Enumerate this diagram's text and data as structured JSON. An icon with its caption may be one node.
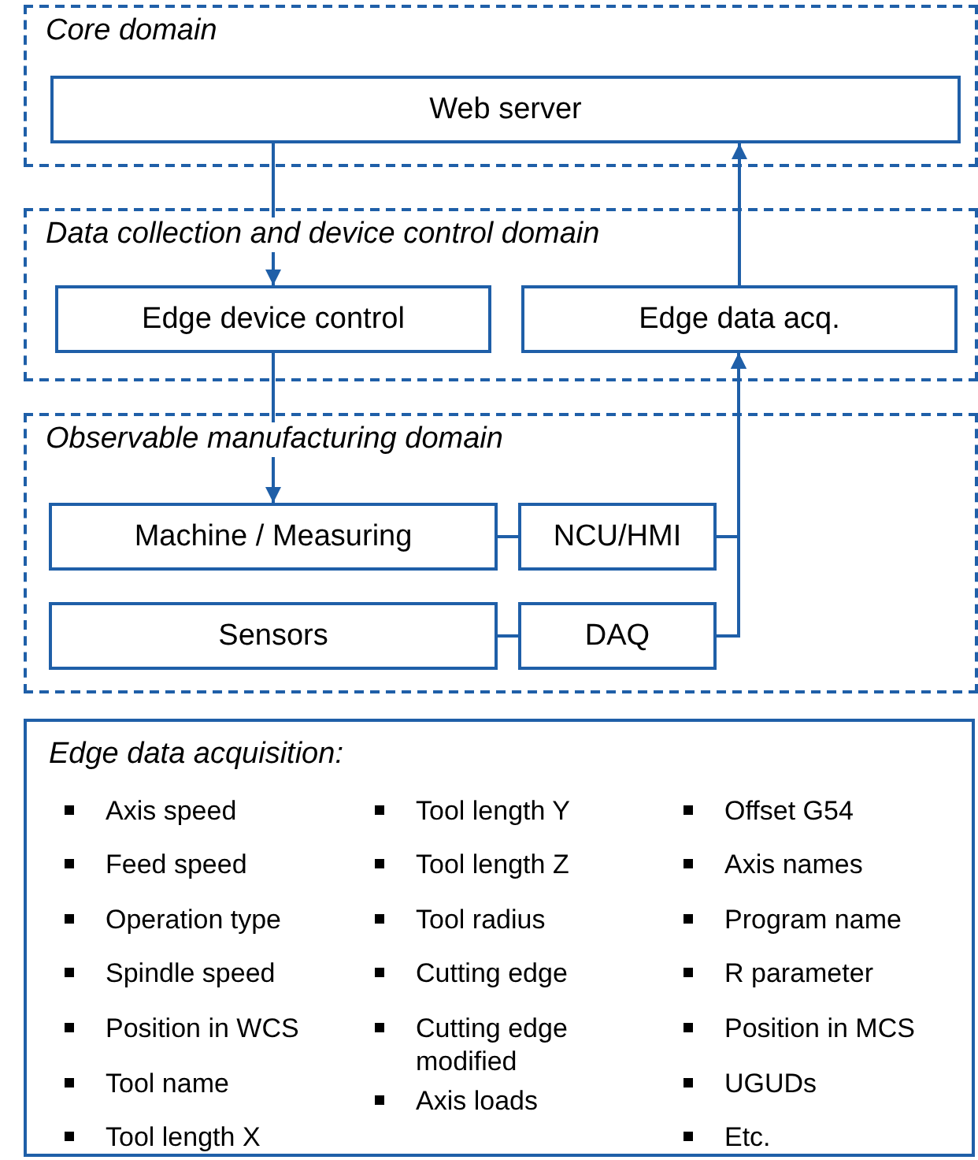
{
  "diagram": {
    "nodes": [
      {
        "text": [
          "Core domain"
        ]
      },
      {
        "text": [
          "Web server"
        ],
        "in": 0
      },
      {
        "text": [
          "Data collection and device control domain"
        ]
      },
      {
        "text": [
          "Edge device control"
        ],
        "in": 2
      },
      {
        "text": [
          "Edge data acq."
        ],
        "in": 2
      },
      {
        "text": [
          "Observable manufacturing domain"
        ]
      },
      {
        "text": [
          "Machine / Measuring"
        ],
        "in": 5
      },
      {
        "text": [
          "NCU/HMI"
        ],
        "in": 5
      },
      {
        "text": [
          "Sensors"
        ],
        "in": 5
      },
      {
        "text": [
          "DAQ"
        ],
        "in": 5
      },
      {
        "text": [
          "Edge data acquisition:",
          "Axis speed",
          "Feed speed",
          "Operation type",
          "Spindle speed",
          "Position in WCS",
          "Tool name",
          "Tool length X",
          "Tool length Y",
          "Tool length Z",
          "Tool radius",
          "Cutting edge",
          "Cutting edge modified",
          "Axis loads",
          "Offset G54",
          "Axis names",
          "Program name",
          "R parameter",
          "Position in MCS",
          "UGUDs",
          "Etc."
        ]
      }
    ],
    "edges": [
      {
        "from": 1,
        "to": 3,
        "arrow": "to"
      },
      {
        "from": 4,
        "to": 1,
        "arrow": "to"
      },
      {
        "from": 3,
        "to": 6,
        "arrow": "to"
      },
      {
        "from": 6,
        "to": 7,
        "arrow": "none"
      },
      {
        "from": 8,
        "to": 9,
        "arrow": "none"
      },
      {
        "from": 7,
        "to": 4,
        "arrow": "to"
      },
      {
        "from": 9,
        "to": 4,
        "arrow": "to"
      }
    ]
  }
}
